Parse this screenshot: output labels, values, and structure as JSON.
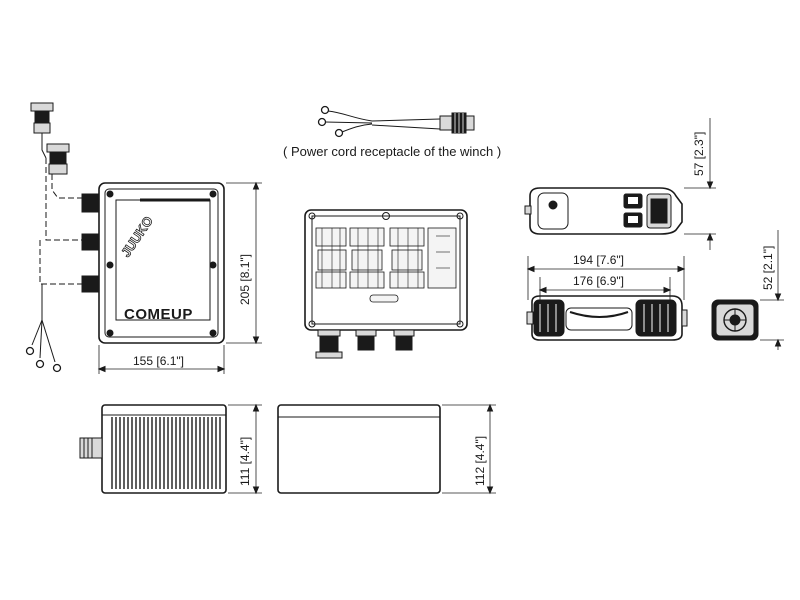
{
  "caption": "( Power cord receptacle of the winch )",
  "brand_logo": "COMEUP",
  "box_brand": "JUUKO",
  "dimensions": {
    "front_width": "155 [6.1\"]",
    "front_height": "205 [8.1\"]",
    "side_height_left": "111 [4.4\"]",
    "side_height_right": "112 [4.4\"]",
    "remote_top_height": "57 [2.3\"]",
    "remote_length_total": "194 [7.6\"]",
    "remote_length_body": "176 [6.9\"]",
    "remote_end_height": "52 [2.1\"]"
  }
}
